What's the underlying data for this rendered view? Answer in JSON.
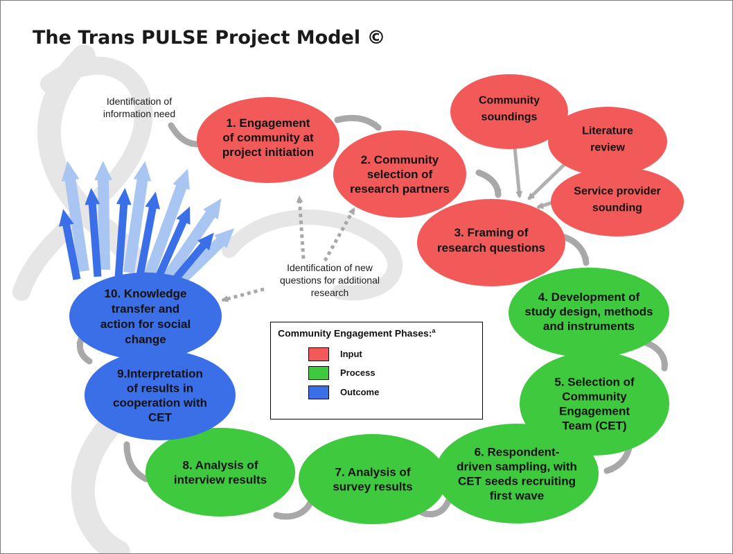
{
  "title": "The Trans PULSE Project Model ©",
  "colors": {
    "input": "#f25a5a",
    "process": "#3fc93f",
    "outcome": "#3a6fe8",
    "arrow_gray": "#a8a8a8",
    "watermark": "#e4e4e4"
  },
  "nodes": [
    {
      "id": "n1",
      "phase": "input",
      "lines": [
        "1.  Engagement",
        "of community at",
        "project initiation"
      ]
    },
    {
      "id": "n2",
      "phase": "input",
      "lines": [
        "2.  Community",
        "selection of",
        "research partners"
      ]
    },
    {
      "id": "n3",
      "phase": "input",
      "lines": [
        "3.  Framing of",
        "research questions"
      ]
    },
    {
      "id": "n4",
      "phase": "process",
      "lines": [
        "4. Development of",
        "study design, methods",
        "and instruments"
      ]
    },
    {
      "id": "n5",
      "phase": "process",
      "lines": [
        "5.  Selection of",
        "Community",
        "Engagement",
        "Team (CET)"
      ]
    },
    {
      "id": "n6",
      "phase": "process",
      "lines": [
        "6.  Respondent-",
        "driven sampling, with",
        "CET seeds recruiting",
        "first wave"
      ]
    },
    {
      "id": "n7",
      "phase": "process",
      "lines": [
        "7.  Analysis of",
        "survey results"
      ]
    },
    {
      "id": "n8",
      "phase": "process",
      "lines": [
        "8.  Analysis of",
        "interview results"
      ]
    },
    {
      "id": "n9",
      "phase": "outcome",
      "lines": [
        "9.Interpretation",
        "of results in",
        "cooperation with",
        "CET"
      ]
    },
    {
      "id": "n10",
      "phase": "outcome",
      "lines": [
        "10.  Knowledge",
        "transfer and",
        "action for social",
        "change"
      ]
    },
    {
      "id": "s1",
      "phase": "input",
      "lines": [
        "Community",
        "soundings"
      ]
    },
    {
      "id": "s2",
      "phase": "input",
      "lines": [
        "Literature",
        "review"
      ]
    },
    {
      "id": "s3",
      "phase": "input",
      "lines": [
        "Service provider",
        "sounding"
      ]
    }
  ],
  "notes": [
    {
      "id": "info-need",
      "lines": [
        "Identification of",
        "information need"
      ]
    },
    {
      "id": "new-questions",
      "lines": [
        "Identification of new",
        "questions for additional",
        "research"
      ]
    }
  ],
  "legend": {
    "title": "Community Engagement Phases:",
    "title_superscript": "a",
    "items": [
      {
        "label": "Input",
        "phase": "input"
      },
      {
        "label": "Process",
        "phase": "process"
      },
      {
        "label": "Outcome",
        "phase": "outcome"
      }
    ]
  }
}
